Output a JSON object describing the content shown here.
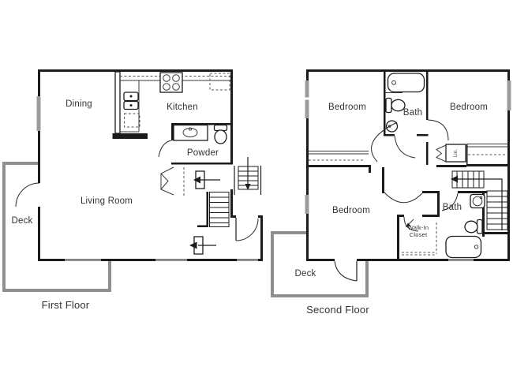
{
  "first_floor": {
    "label": "First Floor",
    "rooms": {
      "dining": "Dining",
      "kitchen": "Kitchen",
      "powder": "Powder",
      "living_room": "Living Room",
      "deck": "Deck"
    }
  },
  "second_floor": {
    "label": "Second Floor",
    "rooms": {
      "bedroom_left": "Bedroom",
      "bedroom_right": "Bedroom",
      "bedroom_master": "Bedroom",
      "bath_upper": "Bath",
      "bath_lower": "Bath",
      "walk_in_line1": "Walk-In",
      "walk_in_line2": "Closet",
      "linen": "Lin.",
      "deck": "Deck"
    }
  },
  "colors": {
    "wall": "#1b1b1b",
    "deck": "#8f8f8f",
    "window": "#9c9c9c",
    "label": "#333333",
    "background": "#ffffff"
  }
}
